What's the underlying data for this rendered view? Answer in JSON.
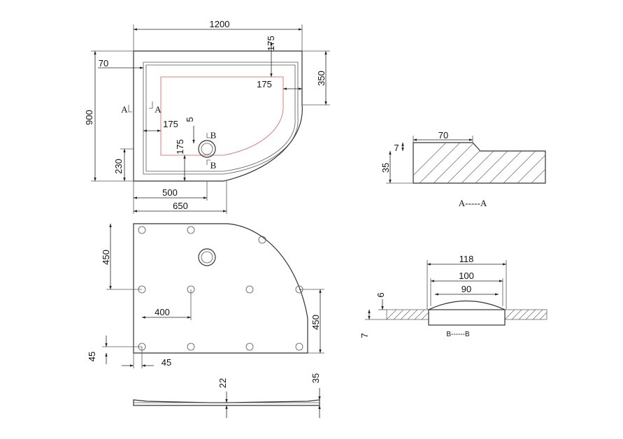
{
  "top_view": {
    "width_label": "1200",
    "height_label": "900",
    "rim_label": "70",
    "corner_v_label": "175",
    "corner_right_label": "350",
    "inner_175_right": "175",
    "inner_175_left": "175",
    "inner_175_vert": "175",
    "inner_5": "5",
    "left_bottom_label": "230",
    "bottom_500": "500",
    "bottom_650": "650",
    "section_a_left": "A",
    "section_a_right": "A",
    "section_b_top": "B",
    "section_b_bottom": "B"
  },
  "section_aa": {
    "width_label": "70",
    "small_label": "7",
    "height_label": "35",
    "caption": "A-----A"
  },
  "bottom_view": {
    "label_450_left": "450",
    "label_400": "400",
    "label_450_right": "450",
    "label_45_vert": "45",
    "label_45_horiz": "45"
  },
  "section_bb": {
    "label_118": "118",
    "label_100": "100",
    "label_90": "90",
    "label_6": "6",
    "label_7": "7",
    "caption": "B------B"
  },
  "side_view": {
    "label_22": "22",
    "label_35": "35"
  }
}
